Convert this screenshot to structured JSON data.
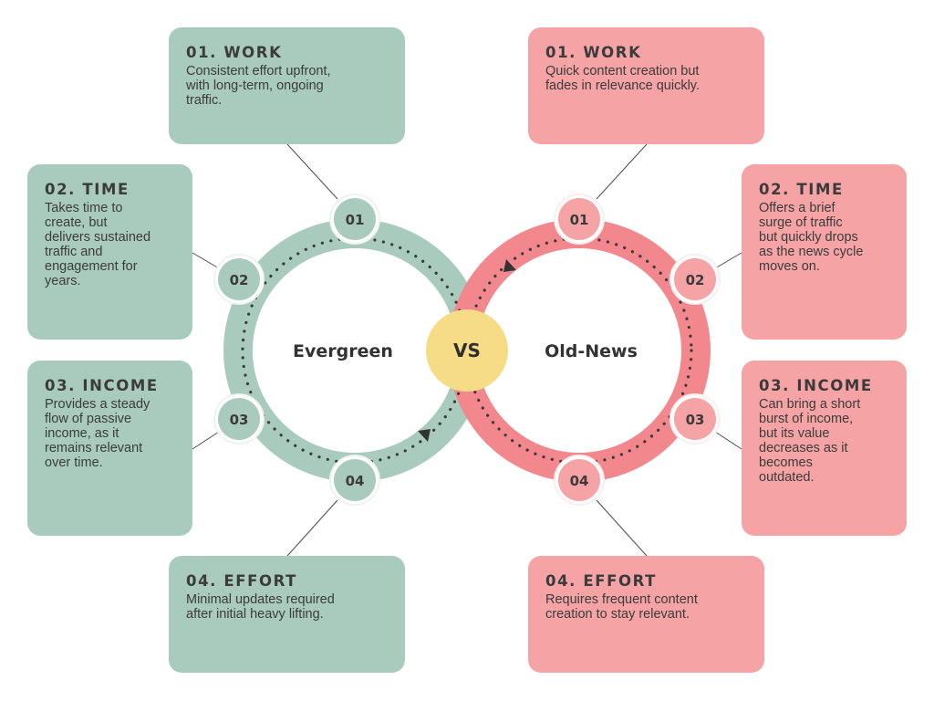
{
  "left": {
    "name": "Evergreen",
    "color": "#a9cbbd",
    "ring_color": "#a9cbbd",
    "items": [
      {
        "num": "01",
        "title": "01. WORK",
        "body": "Consistent effort upfront,\nwith long-term, ongoing\ntraffic."
      },
      {
        "num": "02",
        "title": "02. TIME",
        "body": "Takes time to\ncreate, but\ndelivers sustained\ntraffic and\nengagement for\nyears."
      },
      {
        "num": "03",
        "title": "03. INCOME",
        "body": "Provides a steady\nflow of passive\nincome, as it\nremains relevant\nover time."
      },
      {
        "num": "04",
        "title": "04. EFFORT",
        "body": "Minimal updates required\nafter initial heavy lifting."
      }
    ]
  },
  "right": {
    "name": "Old-News",
    "color": "#f5a3a5",
    "ring_color": "#f2878d",
    "items": [
      {
        "num": "01",
        "title": "01. WORK",
        "body": "Quick content creation but\nfades in relevance quickly."
      },
      {
        "num": "02",
        "title": "02. TIME",
        "body": "Offers a brief\nsurge of traffic\nbut quickly drops\nas the news cycle\nmoves on."
      },
      {
        "num": "03",
        "title": "03. INCOME",
        "body": "Can bring a short\nburst of income,\nbut its value\ndecreases as it\nbecomes\noutdated."
      },
      {
        "num": "04",
        "title": "04. EFFORT",
        "body": "Requires frequent content\ncreation to stay relevant."
      }
    ]
  },
  "center": {
    "label": "VS",
    "color": "#f7dc87"
  }
}
